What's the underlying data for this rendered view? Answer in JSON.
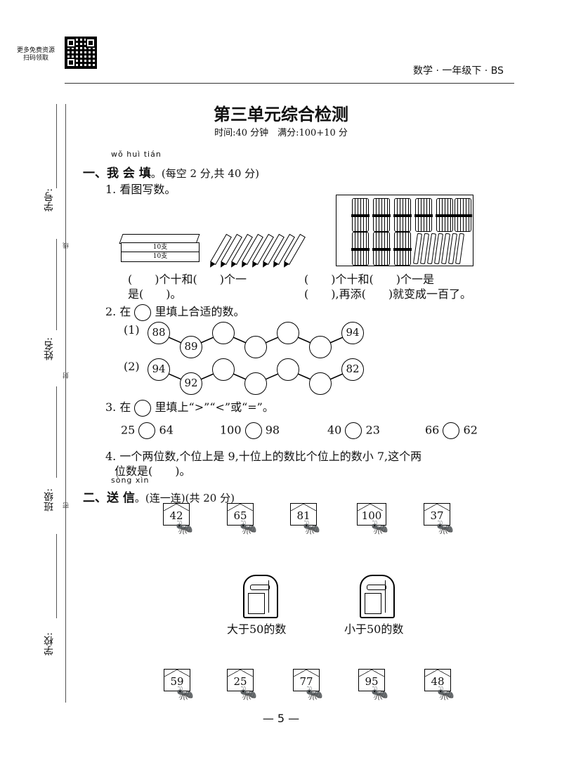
{
  "header": {
    "qr_caption_line1": "更多免费资源",
    "qr_caption_line2": "扫码领取",
    "subject_grade": "数学 · 一年级下 · BS"
  },
  "title": "第三单元综合检测",
  "subtitle": "时间:40 分钟　满分:100+10 分",
  "sidebar": {
    "student_no": "学号:",
    "name": "姓名:",
    "class": "班级:",
    "school": "学校:",
    "mark_line": "线",
    "mark_seal": "封",
    "mark_dense": "密"
  },
  "section1": {
    "pinyin": "wǒ huì tián",
    "heading": "一、我 会 填",
    "note": "。(每空 2 分,共 40 分)",
    "q1_label": "1. 看图写数。",
    "box_label_top": "10支",
    "box_label_bottom": "10支",
    "q1_line1_left": "(　　)个十和(　　)个一",
    "q1_line1_right": "(　　)个十和(　　)个一是",
    "q1_line2_left": "是(　　)。",
    "q1_line2_right": "(　　),再添(　　)就变成一百了。",
    "q2_prefix": "2. 在",
    "q2_suffix": "里填上合适的数。",
    "row1_label": "(1)",
    "row1_start_top": "88",
    "row1_start_bottom": "89",
    "row1_end": "94",
    "row2_label": "(2)",
    "row2_start_top": "94",
    "row2_start_bottom": "92",
    "row2_end": "82",
    "q3_prefix": "3. 在",
    "q3_suffix": "里填上“>”“<”或“=”。",
    "cmp": [
      {
        "left": "25",
        "right": "64"
      },
      {
        "left": "100",
        "right": "98"
      },
      {
        "left": "40",
        "right": "23"
      },
      {
        "left": "66",
        "right": "62"
      }
    ],
    "q4_line1": "4. 一个两位数,个位上是 9,十位上的数比个位上的数小 7,这个两",
    "q4_line2": "位数是(　　)。"
  },
  "section2": {
    "pinyin": "sòng xìn",
    "heading": "二、送 信",
    "note": "。(连一连)(共 20 分)",
    "top_letters": [
      "42",
      "65",
      "81",
      "100",
      "37"
    ],
    "mailbox_left": "大于50的数",
    "mailbox_right": "小于50的数",
    "bottom_letters": [
      "59",
      "25",
      "77",
      "95",
      "48"
    ]
  },
  "footer": {
    "page": "— 5 —"
  }
}
